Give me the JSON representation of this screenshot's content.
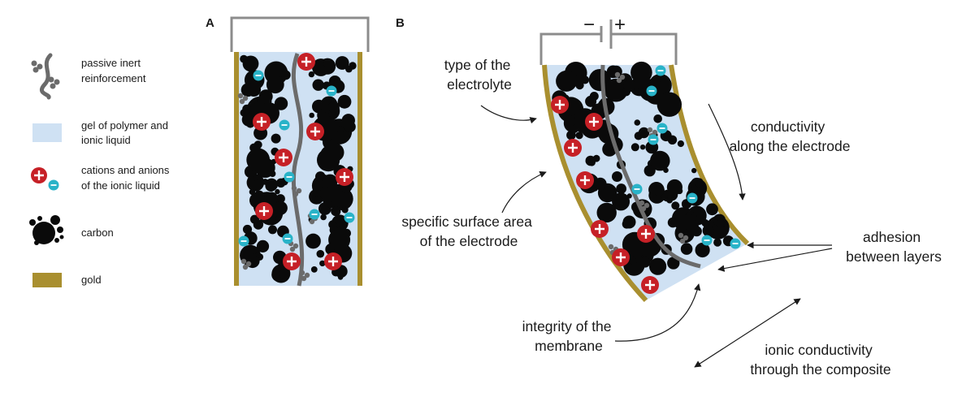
{
  "panels": {
    "a": "A",
    "b": "B"
  },
  "legend": [
    {
      "key": "reinforcement",
      "lines": [
        "passive inert",
        "reinforcement"
      ]
    },
    {
      "key": "gel",
      "lines": [
        "gel of polymer and",
        "ionic liquid"
      ]
    },
    {
      "key": "ions",
      "lines": [
        "cations and anions",
        "of the ionic liquid"
      ]
    },
    {
      "key": "carbon",
      "lines": [
        "carbon"
      ]
    },
    {
      "key": "gold",
      "lines": [
        "gold"
      ]
    }
  ],
  "battery": {
    "minus": "−",
    "plus": "+"
  },
  "ion_symbols": {
    "cation": "+",
    "anion": "−"
  },
  "annotations": {
    "electrolyte": [
      "type of the",
      "electrolyte"
    ],
    "conductivity_electrode": [
      "conductivity",
      "along the electrode"
    ],
    "surface_area": [
      "specific surface area",
      "of the electrode"
    ],
    "adhesion": [
      "adhesion",
      "between layers"
    ],
    "integrity": [
      "integrity of the",
      "membrane"
    ],
    "ionic_conductivity": [
      "ionic conductivity",
      "through the composite"
    ]
  },
  "colors": {
    "gold": "#a98f2f",
    "gel": "#cfe1f3",
    "carbon": "#0a0a0a",
    "cation": "#c62026",
    "anion": "#29b3c8",
    "reinforcement": "#6b6b6b",
    "wire": "#8c8c8c"
  }
}
